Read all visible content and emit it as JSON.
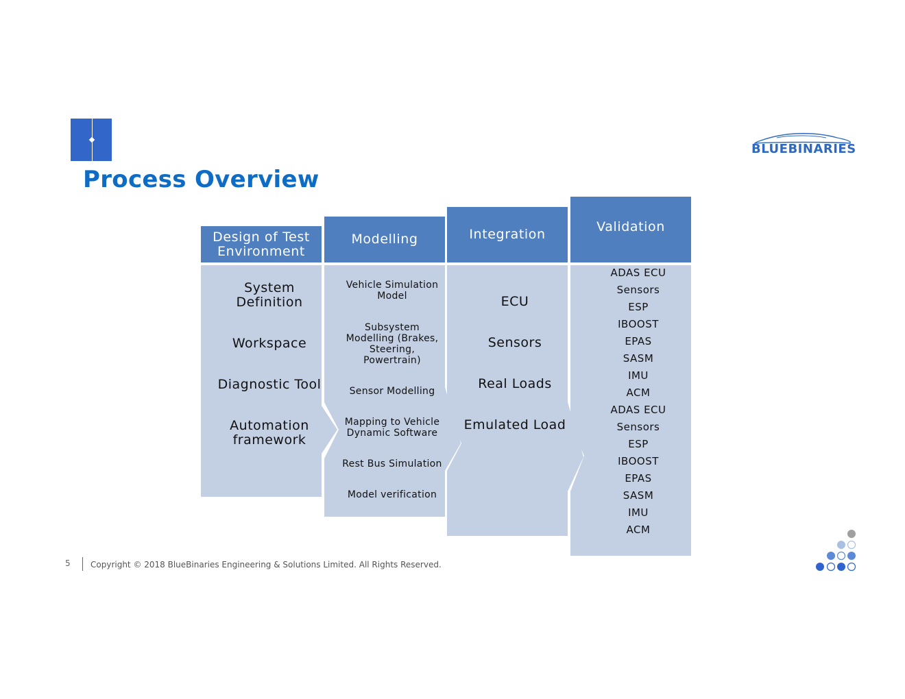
{
  "slide": {
    "title": "Process Overview",
    "logo_text": "BLUEBINARIES",
    "page_number": "5",
    "copyright": "Copyright © 2018 BlueBinaries Engineering & Solutions Limited. All Rights Reserved."
  },
  "colors": {
    "title_blue": "#0f6cc4",
    "header_blue": "#4f7fbe",
    "body_light_blue": "#c3cfe3",
    "accent_blue": "#3266c8"
  },
  "columns": [
    {
      "header": "Design of Test Environment",
      "items": [
        "System Definition",
        "Workspace",
        "Diagnostic Tool",
        "Automation framework"
      ]
    },
    {
      "header": "Modelling",
      "items": [
        "Vehicle Simulation Model",
        "Subsystem Modelling (Brakes, Steering, Powertrain)",
        "Sensor Modelling",
        "Mapping to Vehicle Dynamic Software",
        "Rest Bus Simulation",
        "Model verification"
      ]
    },
    {
      "header": "Integration",
      "items": [
        "ECU",
        "Sensors",
        "Real Loads",
        "Emulated Load"
      ]
    },
    {
      "header": "Validation",
      "items": [
        "ADAS ECU",
        "Sensors",
        "ESP",
        "IBOOST",
        "EPAS",
        "SASM",
        "IMU",
        "ACM",
        "ADAS ECU",
        "Sensors",
        "ESP",
        "IBOOST",
        "EPAS",
        "SASM",
        "IMU",
        "ACM"
      ]
    }
  ]
}
